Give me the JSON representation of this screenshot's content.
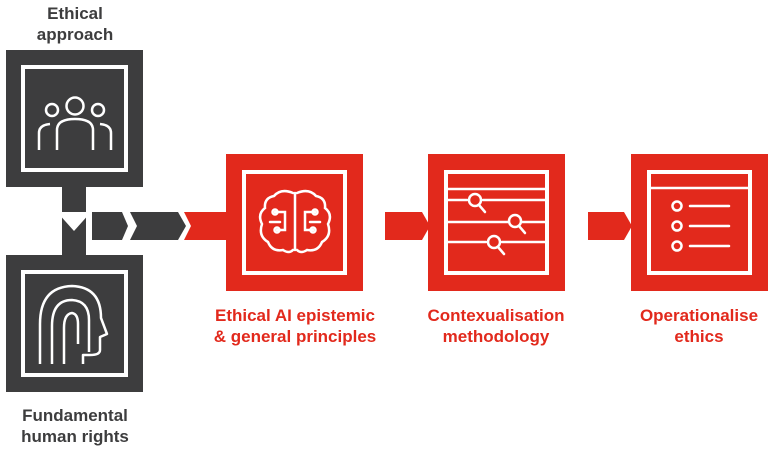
{
  "colors": {
    "dark": "#3d3d3e",
    "accent": "#e2291c",
    "background": "#ffffff"
  },
  "inputs": [
    {
      "label_lines": [
        "Ethical",
        "approach"
      ],
      "icon": "people-group-icon"
    },
    {
      "label_lines": [
        "Fundamental",
        "human rights"
      ],
      "icon": "human-head-profile-icon"
    }
  ],
  "steps": [
    {
      "label_lines": [
        "Ethical AI epistemic",
        "& general principles"
      ],
      "icon": "brain-circuit-icon"
    },
    {
      "label_lines": [
        "Contexualisation",
        "methodology"
      ],
      "icon": "search-filter-sliders-icon"
    },
    {
      "label_lines": [
        "Operationalise",
        "ethics"
      ],
      "icon": "checklist-icon"
    }
  ]
}
